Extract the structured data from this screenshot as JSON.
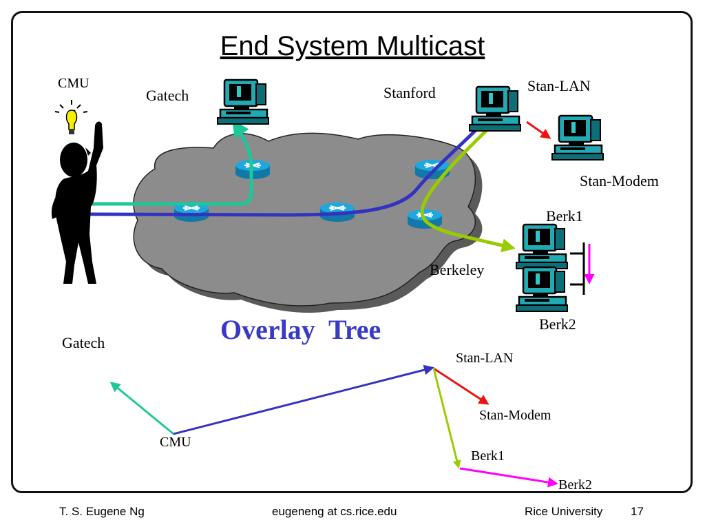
{
  "title": "End System Multicast",
  "physical_network": {
    "labels": {
      "cmu": "CMU",
      "gatech": "Gatech",
      "stanford": "Stanford",
      "stan_lan": "Stan-LAN",
      "stan_modem": "Stan-Modem",
      "berk1": "Berk1",
      "berkeley": "Berkeley",
      "berk2": "Berk2"
    }
  },
  "overlay_tree": {
    "heading": "Overlay  Tree",
    "labels": {
      "gatech": "Gatech",
      "cmu": "CMU",
      "stan_lan": "Stan-LAN",
      "stan_modem": "Stan-Modem",
      "berk1": "Berk1",
      "berk2": "Berk2"
    }
  },
  "colors": {
    "teal_path": "#1cc79a",
    "blue_path": "#3333c0",
    "lime_path": "#99cc00",
    "red_path": "#ee1111",
    "magenta_path": "#ff00ff",
    "cloud": "#8c8c8c",
    "router": "#1a9fd8",
    "overlay_heading": "#3a3ac8"
  },
  "footer": {
    "author": "T. S. Eugene Ng",
    "email": "eugeneng at cs.rice.edu",
    "institution": "Rice University",
    "page_number": "17"
  }
}
